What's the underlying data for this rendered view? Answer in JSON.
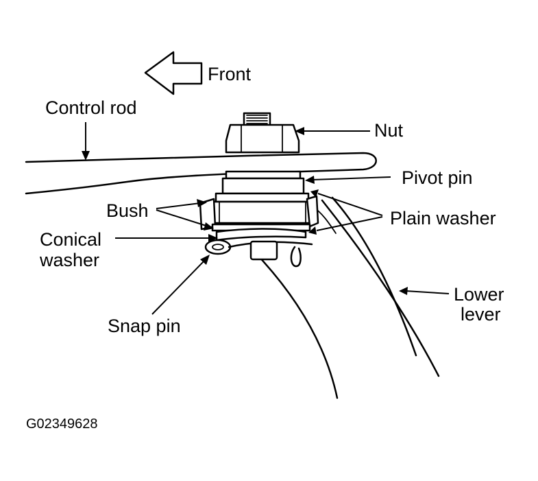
{
  "diagram": {
    "labels": {
      "front": "Front",
      "control_rod": "Control rod",
      "nut": "Nut",
      "pivot_pin": "Pivot pin",
      "bush": "Bush",
      "plain_washer": "Plain washer",
      "conical_line1": "Conical",
      "conical_line2": "washer",
      "snap_pin": "Snap pin",
      "lower_line1": "Lower",
      "lower_line2": "lever"
    },
    "figure_code": "G02349628"
  }
}
